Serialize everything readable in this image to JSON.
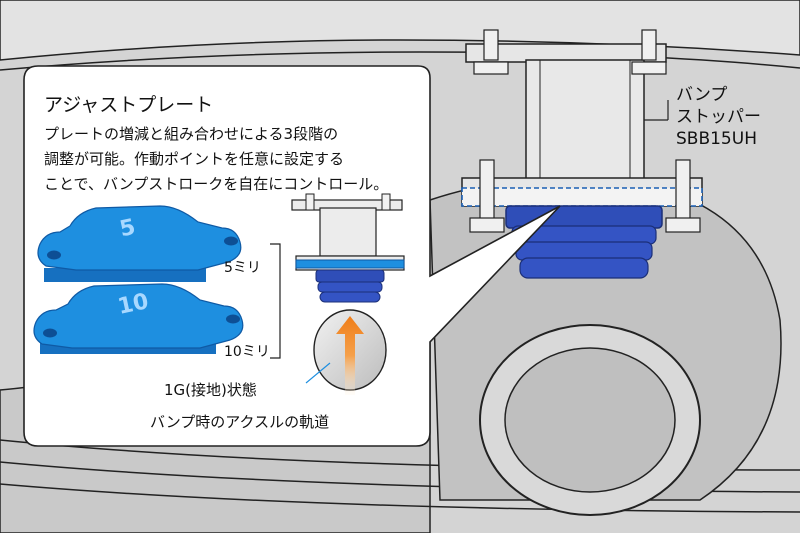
{
  "callout": {
    "title": "アジャストプレート",
    "description_lines": [
      "プレートの増減と組み合わせによる3段階の",
      "調整が可能。作動ポイントを任意に設定する",
      "ことで、バンプストロークを自在にコントロール。"
    ]
  },
  "product": {
    "label_lines": [
      "バンプ",
      "ストッパー",
      "SBB15UH"
    ]
  },
  "plates": [
    {
      "number": "5",
      "thickness_label": "5ミリ"
    },
    {
      "number": "10",
      "thickness_label": "10ミリ"
    }
  ],
  "inset": {
    "state_label": "1G(接地)状態",
    "trajectory_label": "バンプ時のアクスルの軌道"
  },
  "colors": {
    "plate_blue": "#1e8fe0",
    "rubber_navy": "#2f4eb8",
    "arrow_orange": "#f08a24",
    "background_gray": "#d4d4d4"
  }
}
